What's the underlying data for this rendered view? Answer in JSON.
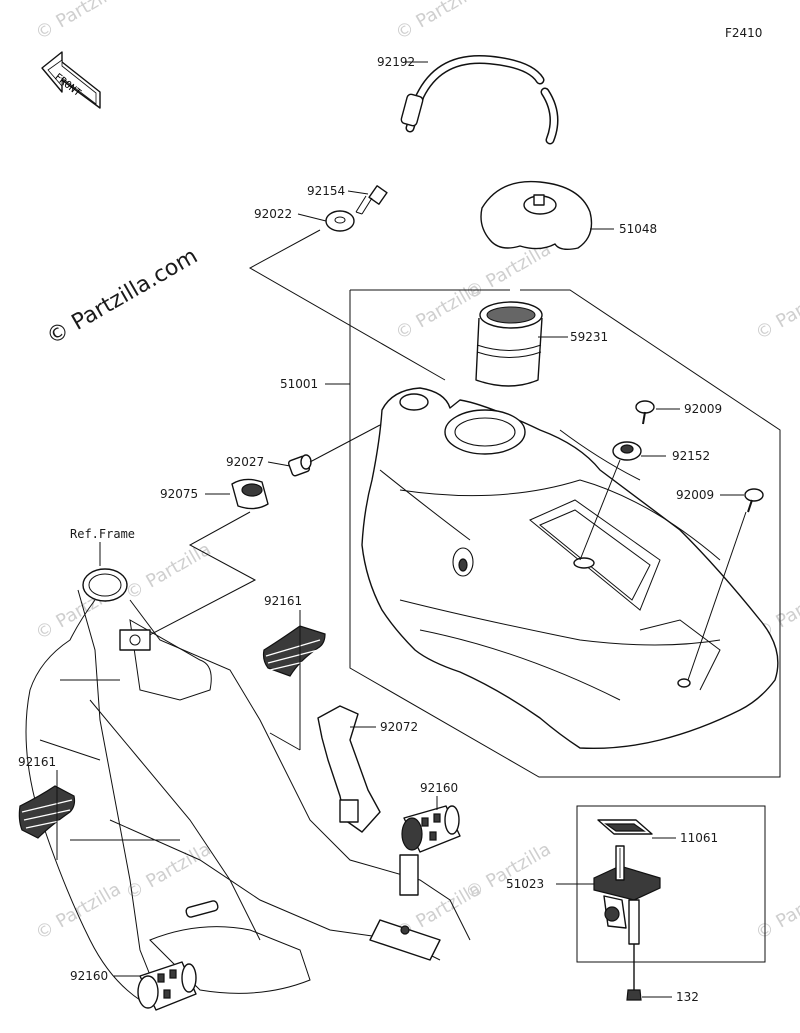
{
  "figure_code": "F2410",
  "front_marker": "FRONT",
  "watermark_main": "© Partzilla.com",
  "watermark_small": "© Partzilla",
  "ref_frame": "Ref.Frame",
  "parts": {
    "p92192": "92192",
    "p92154": "92154",
    "p92022": "92022",
    "p51048": "51048",
    "p59231": "59231",
    "p51001": "51001",
    "p92009a": "92009",
    "p92027": "92027",
    "p92152": "92152",
    "p92075": "92075",
    "p92009b": "92009",
    "p92161a": "92161",
    "p92072": "92072",
    "p92161b": "92161",
    "p92160a": "92160",
    "p11061": "11061",
    "p51023": "51023",
    "p92160b": "92160",
    "p132": "132"
  }
}
